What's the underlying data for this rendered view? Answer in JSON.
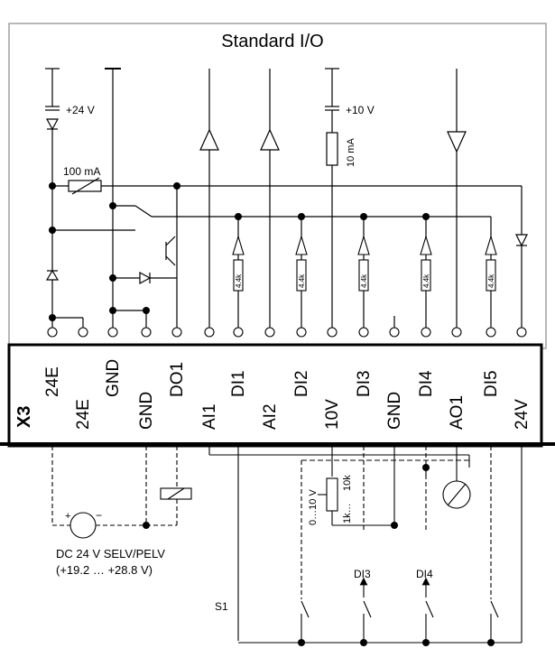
{
  "title": "Standard I/O",
  "connector": "X3",
  "terminals_top": [
    "24E",
    "GND",
    "DO1",
    "DI1",
    "DI2",
    "DI3",
    "DI4",
    "DI5"
  ],
  "terminals_bottom": [
    "24E",
    "GND",
    "AI1",
    "AI2",
    "10V",
    "GND",
    "AO1",
    "24V"
  ],
  "labels": {
    "plus24": "+24 V",
    "plus10": "+10 V",
    "ma10": "10 mA",
    "ma100": "100 mA",
    "res": "4.4k",
    "pot_range": "0…10 V",
    "pot_10k": "10k",
    "pot_1k": "1k…",
    "supply1": "DC 24 V SELV/PELV",
    "supply2": "(+19.2  … +28.8 V)",
    "s1": "S1",
    "di3": "DI3",
    "di4": "DI4",
    "plus": "+",
    "minus": "−"
  }
}
